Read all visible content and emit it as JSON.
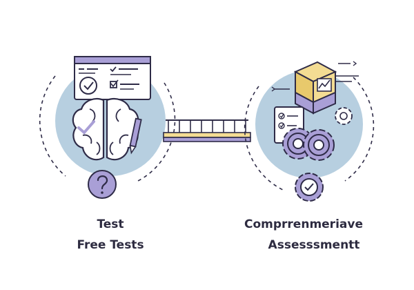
{
  "left_concept": {
    "caption_line1": "Test",
    "caption_line2": "Free Tests",
    "icons": [
      "test-form-icon",
      "brain-icon",
      "pencil-icon",
      "question-icon"
    ]
  },
  "right_concept": {
    "caption_line1": "Comprrenmeriave",
    "caption_line2": "Assesssmentt",
    "icons": [
      "cube-chart-icon",
      "document-check-icon",
      "gear-icon",
      "badge-check-icon",
      "small-gear-icon"
    ]
  },
  "connector": {
    "icon": "bridge-icon"
  },
  "colors": {
    "circle_fill": "#b7cfe0",
    "stroke": "#2e2b47",
    "accent_purple": "#a99fd6",
    "accent_yellow": "#f3dc93",
    "accent_yellow_dark": "#e8c96c",
    "dashed": "#2e2b47"
  }
}
